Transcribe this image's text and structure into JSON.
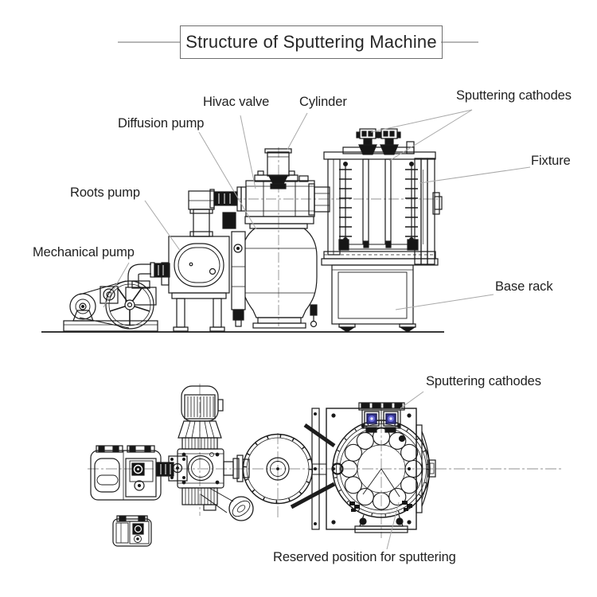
{
  "title": {
    "text": "Structure of Sputtering Machine"
  },
  "diagram": {
    "side_view": {
      "labels": [
        {
          "id": "diffusion-pump",
          "text": "Diffusion pump"
        },
        {
          "id": "hivac-valve",
          "text": "Hivac valve"
        },
        {
          "id": "cylinder",
          "text": "Cylinder"
        },
        {
          "id": "sputtering-cathodes",
          "text": "Sputtering cathodes"
        },
        {
          "id": "fixture",
          "text": "Fixture"
        },
        {
          "id": "roots-pump",
          "text": "Roots pump"
        },
        {
          "id": "mechanical-pump",
          "text": "Mechanical pump"
        },
        {
          "id": "base-rack",
          "text": "Base rack"
        }
      ]
    },
    "top_view": {
      "labels": [
        {
          "id": "sputtering-cathodes",
          "text": "Sputtering cathodes"
        },
        {
          "id": "reserved-position",
          "text": "Reserved position for sputtering"
        }
      ]
    },
    "colors": {
      "line": "#1c1c1c",
      "leader": "#a8a8a8",
      "cathode_fill": "#36368e",
      "cathode_ring": "#6a6ad8",
      "cathode_center": "#e8e8ff"
    }
  }
}
